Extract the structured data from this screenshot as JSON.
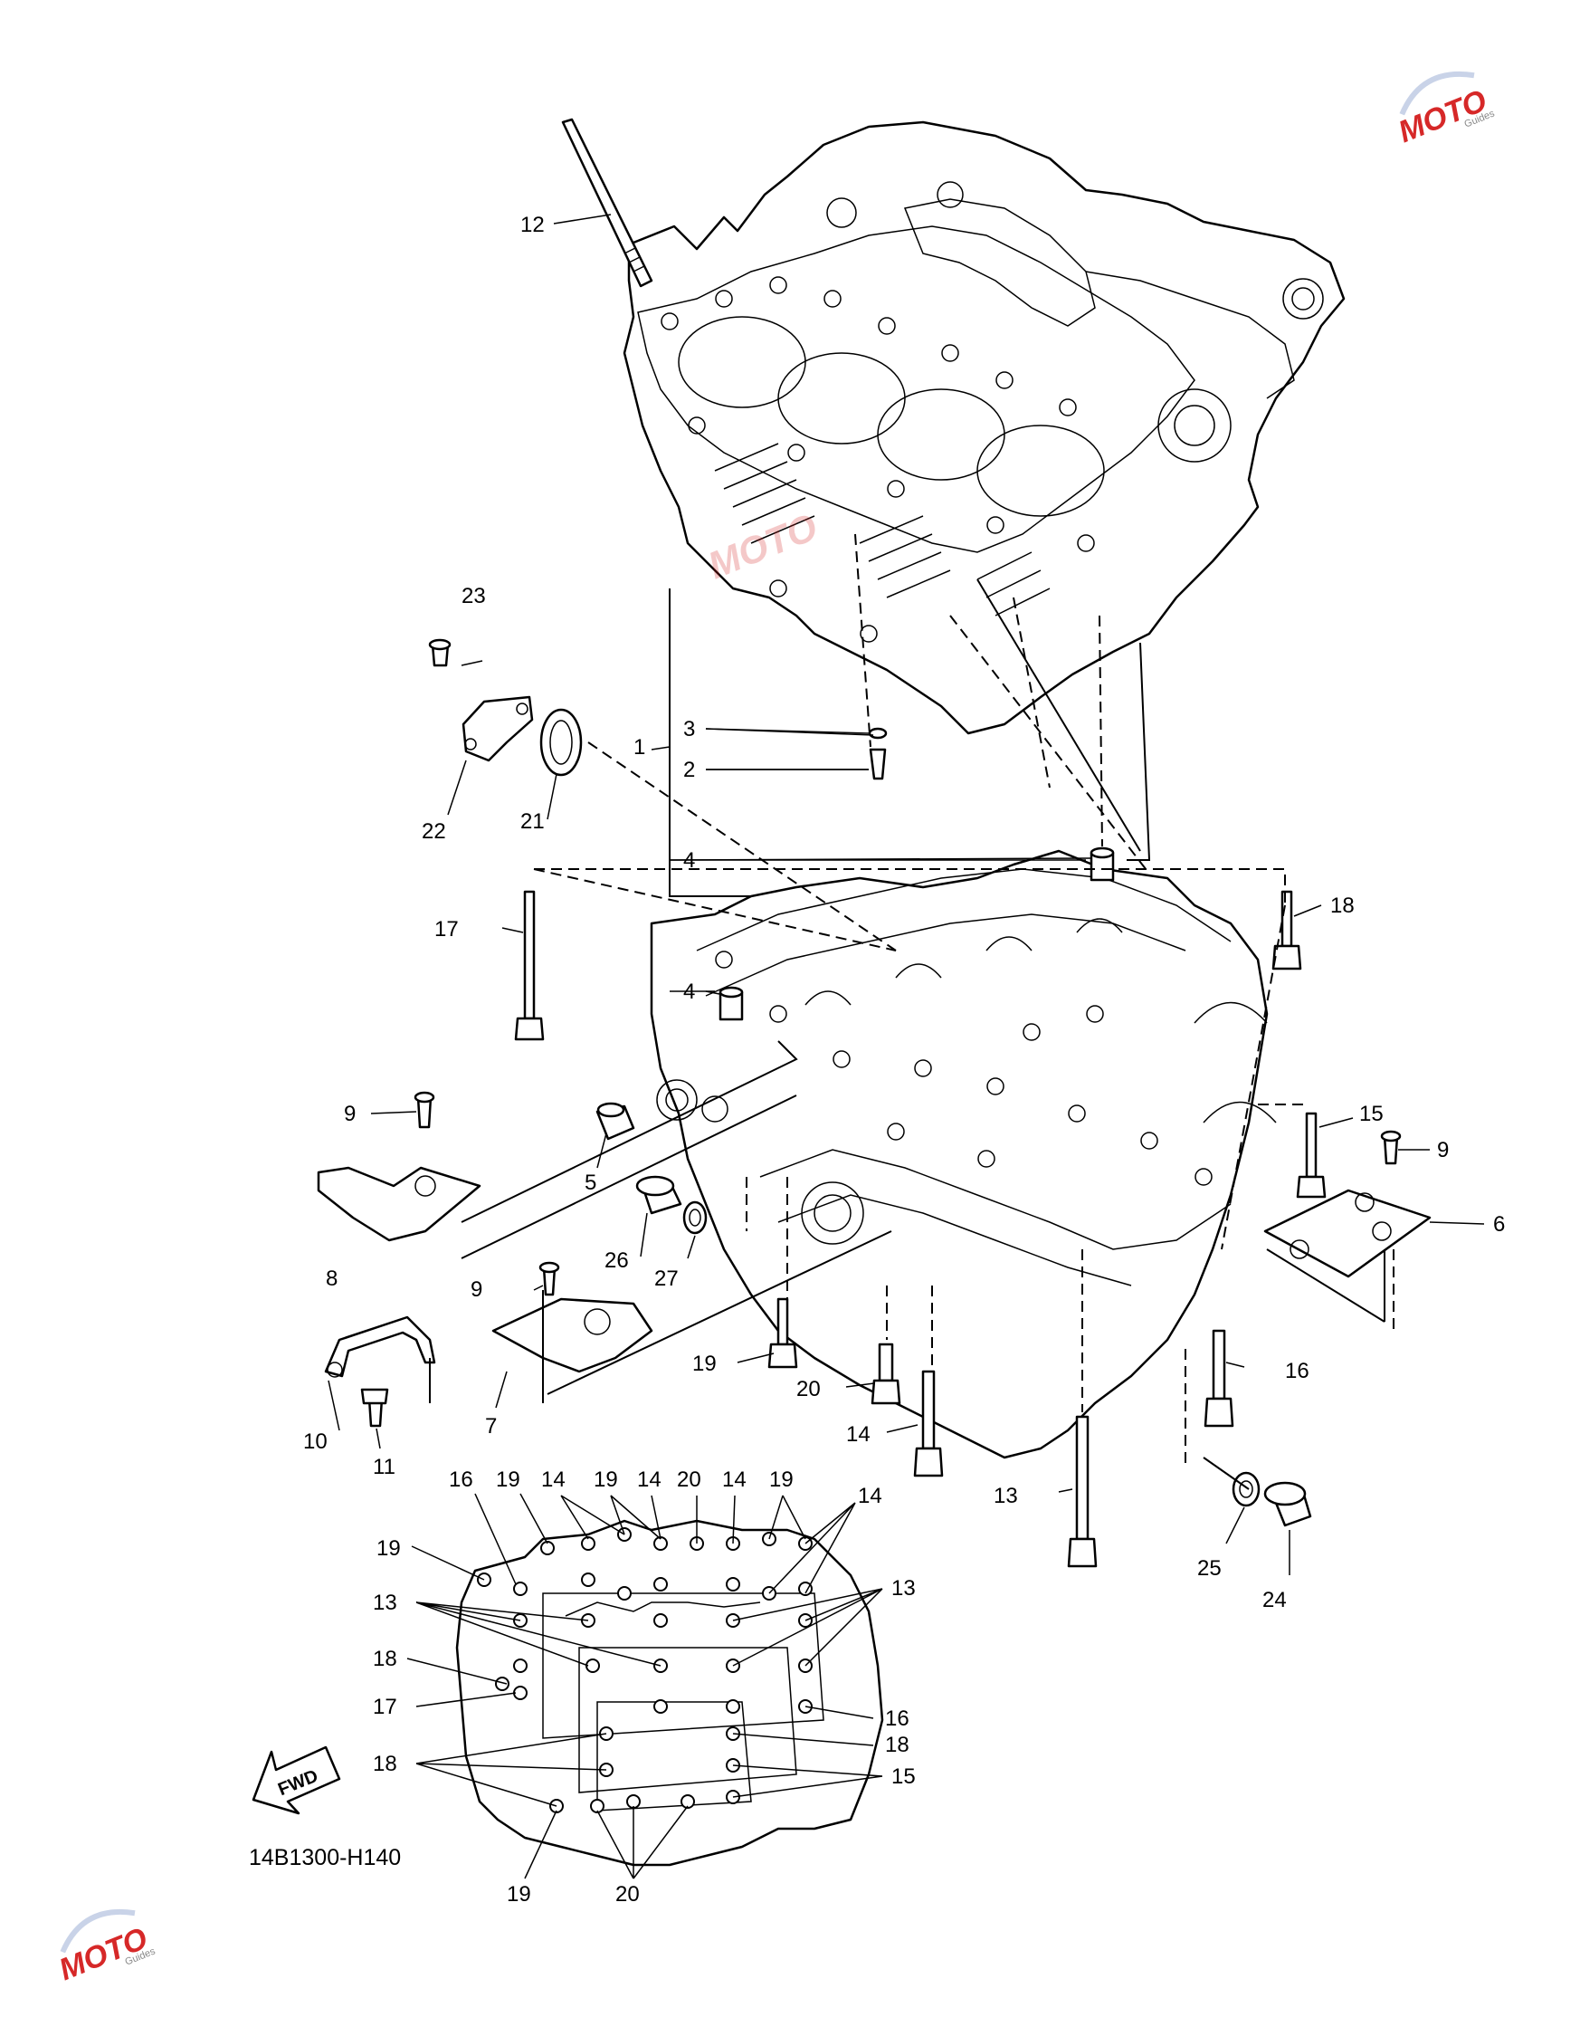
{
  "diagram_code": "14B1300-H140",
  "fwd_label": "FWD",
  "watermark": {
    "text": "MOTO",
    "sub": "Guides",
    "color": "#d62828"
  },
  "callouts": {
    "c1": "1",
    "c2": "2",
    "c3": "3",
    "c4a": "4",
    "c4b": "4",
    "c5": "5",
    "c6": "6",
    "c7": "7",
    "c8": "8",
    "c9a": "9",
    "c9b": "9",
    "c9c": "9",
    "c10": "10",
    "c11": "11",
    "c12": "12",
    "c13a": "13",
    "c14a": "14",
    "c14b": "14",
    "c15a": "15",
    "c16a": "16",
    "c17a": "17",
    "c18a": "18",
    "c19a": "19",
    "c20a": "20",
    "c21": "21",
    "c22": "22",
    "c23": "23",
    "c24": "24",
    "c25": "25",
    "c26": "26",
    "c27": "27"
  },
  "layout_callouts": {
    "l16a": "16",
    "l19a": "19",
    "l14a": "14",
    "l19b": "19",
    "l14b": "14",
    "l20a": "20",
    "l14c": "14",
    "l19c": "19",
    "l14d": "14",
    "l19d": "19",
    "l13a": "13",
    "l13b": "13",
    "l18a": "18",
    "l17a": "17",
    "l16b": "16",
    "l18b": "18",
    "l18c": "18",
    "l15a": "15",
    "l19e": "19",
    "l20b": "20"
  }
}
